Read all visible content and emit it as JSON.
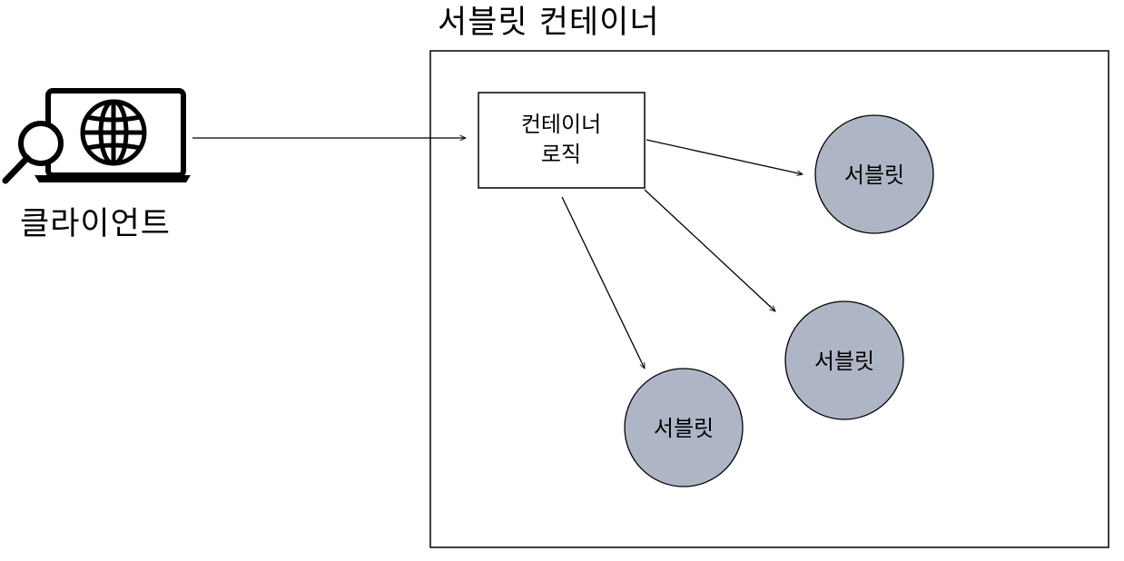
{
  "container": {
    "title": "서블릿 컨테이너"
  },
  "client": {
    "label": "클라이언트",
    "icon": "laptop-globe-search-icon"
  },
  "logic_box": {
    "line1": "컨테이너",
    "line2": "로직"
  },
  "servlets": [
    {
      "label": "서블릿"
    },
    {
      "label": "서블릿"
    },
    {
      "label": "서블릿"
    }
  ],
  "colors": {
    "servlet_fill": "#aeb6c6",
    "stroke": "#000000"
  }
}
